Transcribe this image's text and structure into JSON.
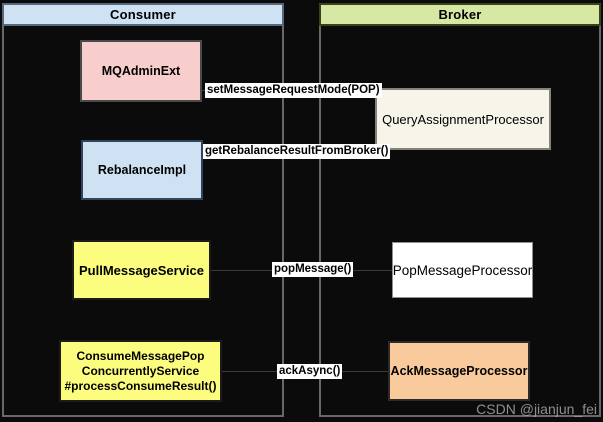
{
  "participants": {
    "consumer": {
      "label": "Consumer"
    },
    "broker": {
      "label": "Broker"
    }
  },
  "consumer_nodes": {
    "mq_admin_ext": {
      "label": "MQAdminExt"
    },
    "rebalance_impl": {
      "label": "RebalanceImpl"
    },
    "pull_message_service": {
      "label": "PullMessageService"
    },
    "consume_message_pop": {
      "line1": "ConsumeMessagePop",
      "line2": "ConcurrentlyService",
      "line3": "#processConsumeResult()"
    }
  },
  "broker_nodes": {
    "query_assignment_processor": {
      "label": "QueryAssignmentProcessor"
    },
    "pop_message_processor": {
      "label": "PopMessageProcessor"
    },
    "ack_message_processor": {
      "label": "AckMessageProcessor"
    }
  },
  "messages": {
    "set_message_request_mode": {
      "label": "setMessageRequestMode(POP)"
    },
    "get_rebalance_result": {
      "label": "getRebalanceResultFromBroker()"
    },
    "pop_message": {
      "label": "popMessage()"
    },
    "ack_async": {
      "label": "ackAsync()"
    }
  },
  "watermark": "CSDN @jianjun_fei",
  "colors": {
    "background": "#0b0b0b",
    "frame_border": "#686868",
    "consumer_header_fill": "#cfe2f3",
    "broker_header_fill": "#d6e8a4",
    "pink_fill": "#f8cecc",
    "blue_fill": "#cfe2f3",
    "yellow_fill": "#fcfc7f",
    "cream_fill": "#f7f5ea",
    "white_fill": "#ffffff",
    "orange_fill": "#f9cb9c",
    "message_label_bg": "#ffffff",
    "text": "#000000",
    "watermark_text": "#a6a6a6"
  }
}
